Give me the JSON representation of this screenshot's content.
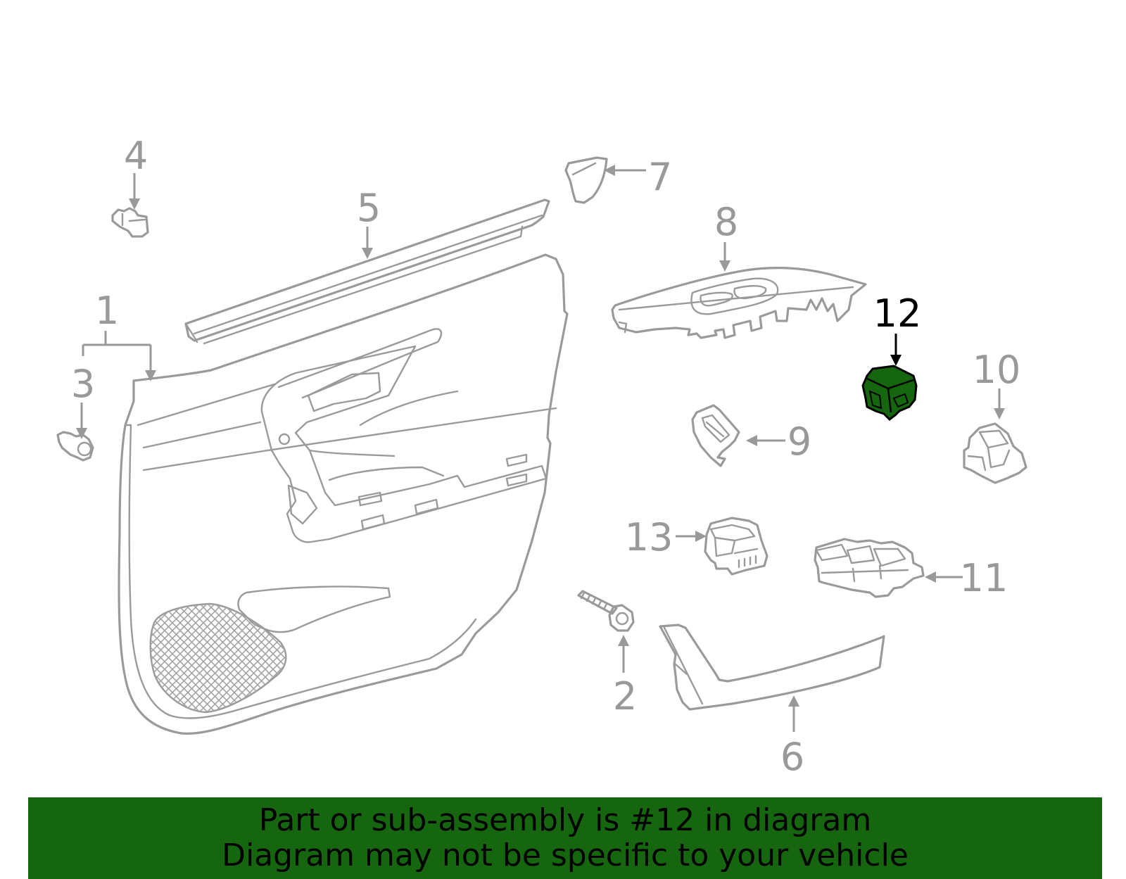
{
  "highlight_color": "#16650f",
  "highlighted_callout": "12",
  "callouts": {
    "c1": "1",
    "c2": "2",
    "c3": "3",
    "c4": "4",
    "c5": "5",
    "c6": "6",
    "c7": "7",
    "c8": "8",
    "c9": "9",
    "c10": "10",
    "c11": "11",
    "c12": "12",
    "c13": "13"
  },
  "banner": {
    "line1": "Part or sub-assembly is #12 in diagram",
    "line2": "Diagram may not be specific to your vehicle"
  }
}
